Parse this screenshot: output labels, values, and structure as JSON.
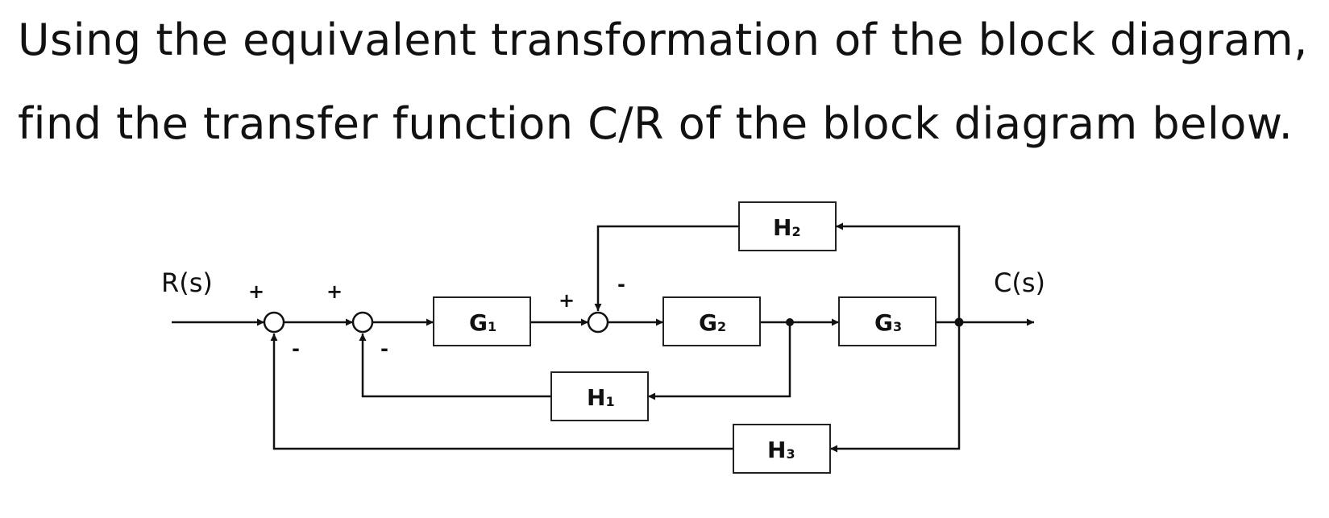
{
  "question": {
    "line1": "Using the equivalent transformation of the block diagram,",
    "line2": "find the transfer function C/R of the block diagram below."
  },
  "diagram": {
    "input_label": "R(s)",
    "output_label": "C(s)",
    "blocks": {
      "G1": {
        "main": "G",
        "sub": "1"
      },
      "G2": {
        "main": "G",
        "sub": "2"
      },
      "G3": {
        "main": "G",
        "sub": "3"
      },
      "H1": {
        "main": "H",
        "sub": "1"
      },
      "H2": {
        "main": "H",
        "sub": "2"
      },
      "H3": {
        "main": "H",
        "sub": "3"
      }
    },
    "signs": {
      "sum1_top": "+",
      "sum1_bottom": "-",
      "sum2_top": "+",
      "sum2_bottom": "-",
      "sum3_left": "+",
      "sum3_top": "-"
    }
  }
}
